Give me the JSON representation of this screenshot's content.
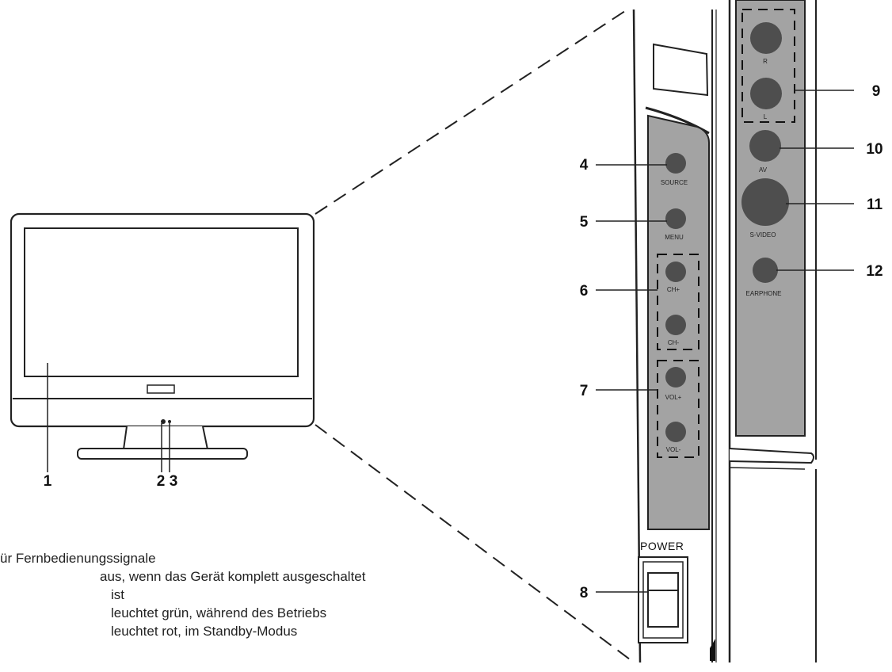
{
  "callouts": {
    "n1": "1",
    "n2": "2",
    "n3": "3",
    "n4": "4",
    "n5": "5",
    "n6": "6",
    "n7": "7",
    "n8": "8",
    "n9": "9",
    "n10": "10",
    "n11": "11",
    "n12": "12"
  },
  "side_panel": {
    "source": "SOURCE",
    "menu": "MENU",
    "ch_plus": "CH+",
    "ch_minus": "CH-",
    "vol_plus": "VOL+",
    "vol_minus": "VOL-",
    "power": "POWER"
  },
  "jack_panel": {
    "r": "R",
    "l": "L",
    "av": "AV",
    "svideo": "S-VIDEO",
    "earphone": "EARPHONE"
  },
  "legend": {
    "line1": "ür Fernbedienungssignale",
    "line2": "aus, wenn das Gerät komplett ausgeschaltet",
    "line3": "ist",
    "line4": "leuchtet grün, während des Betriebs",
    "line5": "leuchtet rot, im Standby-Modus"
  }
}
